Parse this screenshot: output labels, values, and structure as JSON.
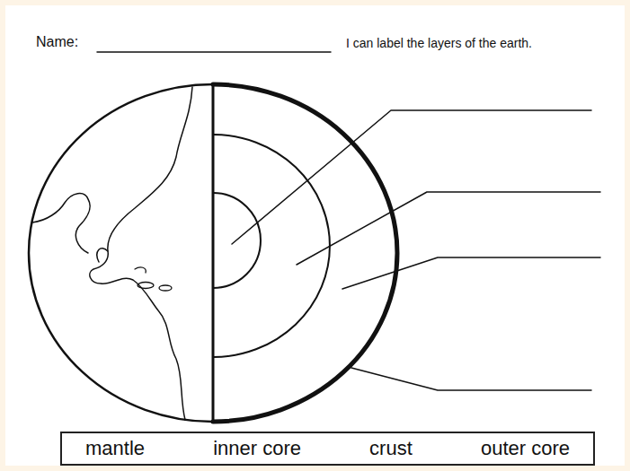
{
  "diagram": {
    "nodes": [
      {
        "text": [
          "mantle",
          "inner core",
          "crust",
          "outer core"
        ]
      }
    ],
    "labels": [
      "Name:",
      "I can label the layers of the earth."
    ]
  }
}
